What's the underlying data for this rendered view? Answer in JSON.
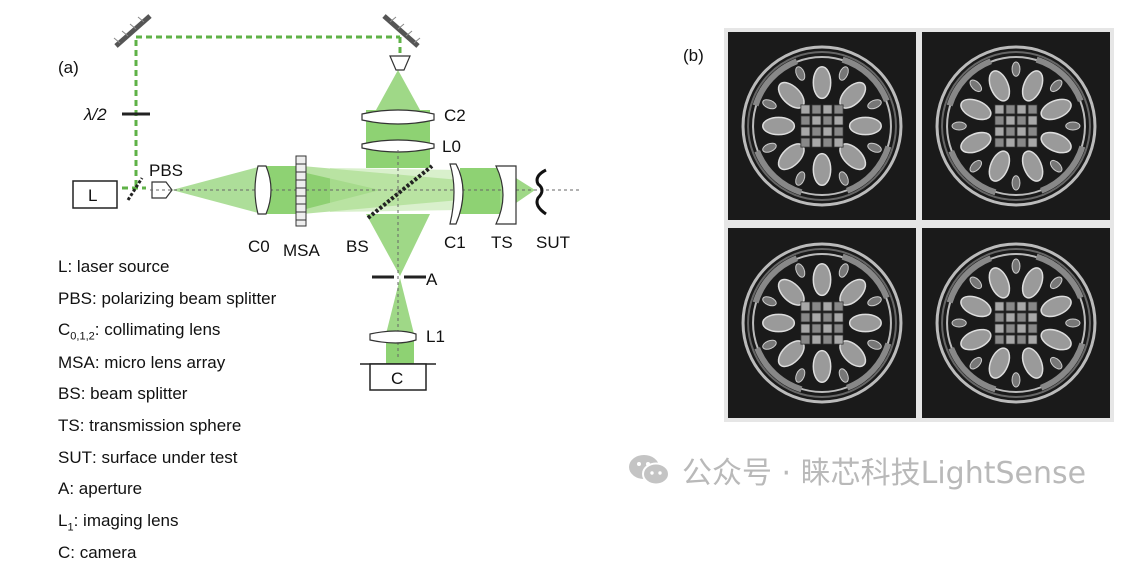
{
  "panels": {
    "a": "(a)",
    "b": "(b)"
  },
  "components": {
    "L": "L",
    "C": "C",
    "PBS": "PBS",
    "half_wave": "λ/2",
    "C0": "C0",
    "MSA": "MSA",
    "BS": "BS",
    "C1": "C1",
    "TS": "TS",
    "SUT": "SUT",
    "C2": "C2",
    "L0": "L0",
    "A": "A",
    "L1": "L1"
  },
  "legend": [
    {
      "key": "L",
      "sub": "",
      "text": ": laser source"
    },
    {
      "key": "PBS",
      "sub": "",
      "text": ": polarizing beam splitter"
    },
    {
      "key": "C",
      "sub": "0,1,2",
      "text": ": collimating lens"
    },
    {
      "key": "MSA",
      "sub": "",
      "text": ": micro lens array"
    },
    {
      "key": "BS",
      "sub": "",
      "text": ": beam splitter"
    },
    {
      "key": "TS",
      "sub": "",
      "text": ": transmission sphere"
    },
    {
      "key": "SUT",
      "sub": "",
      "text": ": surface under test"
    },
    {
      "key": "A",
      "sub": "",
      "text": ": aperture"
    },
    {
      "key": "L",
      "sub": "1",
      "text": ": imaging lens"
    },
    {
      "key": "C",
      "sub": "",
      "text": ": camera"
    }
  ],
  "watermark": {
    "text": "公众号 · 睐芯科技LightSense",
    "icon": "wechat-icon"
  },
  "colors": {
    "beam": "#7fce5e",
    "beam_light": "#b9e3a3",
    "beam_dashed": "#5fb247"
  }
}
